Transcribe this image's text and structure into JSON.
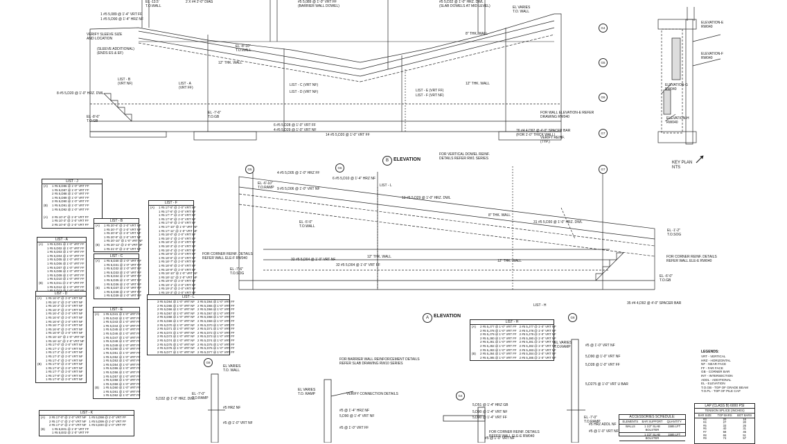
{
  "sheet": {
    "elevation_b_tag": "B",
    "elevation_b_label": "ELEVATION",
    "elevation_a_tag": "A",
    "elevation_a_label": "ELEVATION",
    "key_plan_label": "KEY PLAN\nNTS",
    "grid_tags": [
      "G4",
      "G5",
      "G6",
      "G7",
      "G5",
      "G6",
      "G7",
      "G8",
      "G4",
      "G8"
    ],
    "b_elev_notes": [
      "EL -13.5'\nT.O.WALL",
      "2 X #4 2'-0\" DIAG",
      "#5 5,089 @ 1'-0\" VRT FF\n(BARRIER WALL DOWEL)",
      "#5 5,D32 @ 1'-0\" HRZ. DWL\n(SLAB DOWELS AT MID LEVEL)",
      "EL VARIES\nT.O. WALL",
      "1 #5 5,089 @ 1'-4\" VRT FF",
      "1 #5 5,D90 @ 1'-4\" HRZ NF",
      "VERIFY SLEEVE SIZE\nAND LOCATION",
      "(SLEEVE ADDITIONAL)\n(ENDS ES & EF)",
      "EL -8'-10\"\nT.O.WALL",
      "LIST - B\n(VRT NF)",
      "LIST - A\n(VRT FF)",
      "LIST - C (VRT NF)",
      "LIST - D (VRT NF)",
      "LIST - E (VRT FF)",
      "LIST - F (VRT NF)",
      "8 #5 5,D20 @ 1'-0\" HRZ. DWL",
      "EL -8'-6\"\nT.O.GB",
      "EL -7'-6\"\nT.O.GB",
      "12\" THK. WALL",
      "8\" THK. WALL",
      "12\" THK. WALL",
      "FOR VERTICAL DOWEL REINF.\nDETAILS REFER RW1 SERIES",
      "FOR WALL ELEVATION-E REFER\nDRAWING RW040",
      "VERIFY REINF.\n(TYP.)",
      "76 #4 4,D92 @ 4'-0\" SPACER BAR\n(FOR 1'-0\" THICK WALL)",
      "6 #5 5,D28 @ 1'-0\" VRT FF",
      "4 #5 5,D29 @ 1'-0\" VRT NF",
      "14 #5 5,D20 @ 1'-0\" VRT FF"
    ],
    "key_plan_notes": [
      "ELEVATION-E\nRW040",
      "ELEVATION-F\nRW040",
      "ELEVATION-G\nRW040",
      "ELEVATION-H\nRW040"
    ],
    "a_elev_notes": [
      "EL -6'-10\"\nT.O.RAMP",
      "EL -5'-0\"\nT.O.WALL",
      "LIST - L",
      "13 #5 5,D29 @ 1'-0\" HRZ. DWL",
      "8\" THK. WALL",
      "31 #5 5,D30 @ 1'-0\" HRZ. DWL",
      "EL -1'-2\"\nT.O.SOG",
      "FOR CORNER REINF. DETAILS\nREFER WALL ELE-F RW040",
      "FOR CORNER REINF. DETAILS\nREFER WALL ELE-E RW040",
      "EL -7'-6\"\nT.O.SOG",
      "12\" THK. WALL",
      "12\" THK. WALL",
      "32 #5 5,D04 @ 1'-0\" VRT NF",
      "32 #5 5,D04 @ 1'-0\" VRT FF",
      "EL -6'-0\"\nT.O.GB",
      "LIST - H",
      "35 #4 4,D92 @ 4'-0\" SPACER BAR",
      "4 #5 5,D05 @ 1'-0\" HRZ FF",
      "9 #5 5,D06 @ 1'-0\" VRT NF",
      "6 #5 5,D10 @ 1'-4\" HRZ NF"
    ],
    "lists": {
      "J": {
        "title": "LIST - J",
        "rows": [
          [
            "(A)",
            "1 #5 5,D86 @ 1'-0\" VRT FF"
          ],
          [
            "",
            "1 #5 5,D87 @ 1'-0\" VRT FF"
          ],
          [
            "",
            "2 #5 5,D88 @ 1'-0\" VRT FF"
          ],
          [
            "",
            "1 #5 5,D89 @ 1'-0\" VRT FF"
          ],
          [
            "",
            "2 #5 5,D90 @ 1'-0\" VRT FF"
          ],
          [
            "(B)",
            "1 #5 5,D91 @ 1'-0\" VRT FF"
          ],
          [
            "",
            "1 #5 5,D92 @ 1'-0\" VRT FF"
          ]
        ],
        "rows_b": [
          [
            "(A)",
            "2 #5 10'-2\" @ 1'-0\" VRT FF"
          ],
          [
            "",
            "1 #5 10'-3\" @ 1'-0\" VRT FF"
          ],
          [
            "",
            "2 #5 10'-6\" @ 1'-0\" VRT FF"
          ]
        ]
      },
      "A": {
        "title": "LIST - A",
        "rows": [
          [
            "(A)",
            "1 #5 5,D01 @ 1'-0\" VRT FF"
          ],
          [
            "",
            "1 #5 5,D02 @ 1'-0\" VRT FF"
          ],
          [
            "",
            "1 #5 5,D03 @ 1'-0\" VRT FF"
          ],
          [
            "",
            "1 #5 5,D04 @ 1'-0\" VRT FF"
          ],
          [
            "",
            "1 #5 5,D05 @ 1'-0\" VRT FF"
          ],
          [
            "",
            "1 #5 5,D06 @ 1'-0\" VRT FF"
          ],
          [
            "",
            "1 #5 5,D07 @ 1'-0\" VRT FF"
          ],
          [
            "",
            "1 #5 5,D08 @ 1'-0\" VRT FF"
          ],
          [
            "",
            "1 #5 5,D09 @ 1'-0\" VRT FF"
          ],
          [
            "",
            "1 #5 5,D10 @ 1'-0\" VRT FF"
          ],
          [
            "(B)",
            "1 #5 5,D11 @ 1'-0\" VRT FF"
          ],
          [
            "",
            "1 #5 5,D12 @ 1'-0\" VRT FF"
          ],
          [
            "",
            "1 #5 5,D13 @ 1'-0\" VRT FF"
          ]
        ]
      },
      "B": {
        "title": "LIST - B",
        "rows": [
          [
            "(A)",
            "1 #5 20'-6\" @ 1'-0\" VRT NF"
          ],
          [
            "",
            "1 #5 20'-7\" @ 1'-0\" VRT NF"
          ],
          [
            "",
            "1 #5 20'-8\" @ 1'-0\" VRT NF"
          ],
          [
            "",
            "1 #5 20'-9\" @ 1'-0\" VRT NF"
          ],
          [
            "",
            "1 #5 20'-10\" @ 1'-0\" VRT NF"
          ],
          [
            "(B)",
            "1 #5 20'-11\" @ 1'-0\" VRT NF"
          ],
          [
            "",
            "1 #5 21'-0\" @ 1'-0\" VRT NF"
          ]
        ]
      },
      "C": {
        "title": "LIST - C",
        "rows": [
          [
            "(A)",
            "1 #5 5,D30 @ 1'-0\" VRT NF"
          ],
          [
            "",
            "1 #5 5,D31 @ 1'-0\" VRT NF"
          ],
          [
            "",
            "1 #5 5,D32 @ 1'-0\" VRT NF"
          ],
          [
            "",
            "1 #5 5,D33 @ 1'-0\" VRT NF"
          ],
          [
            "",
            "1 #5 5,D34 @ 1'-0\" VRT NF"
          ],
          [
            "",
            "1 #5 5,D35 @ 1'-0\" VRT NF"
          ],
          [
            "",
            "1 #5 5,D36 @ 1'-0\" VRT NF"
          ],
          [
            "(B)",
            "1 #5 5,D37 @ 1'-0\" VRT NF"
          ],
          [
            "",
            "1 #5 5,D38 @ 1'-0\" VRT NF"
          ],
          [
            "",
            "1 #5 5,D39 @ 1'-0\" VRT NF"
          ]
        ]
      },
      "D": {
        "title": "LIST - D",
        "rows": [
          [
            "(A)",
            "1 #5 16'-0\" @ 1'-0\" VRT NF"
          ],
          [
            "",
            "1 #5 16'-1\" @ 1'-0\" VRT NF"
          ],
          [
            "",
            "1 #5 16'-2\" @ 1'-0\" VRT NF"
          ],
          [
            "",
            "1 #5 16'-3\" @ 1'-0\" VRT NF"
          ],
          [
            "",
            "1 #5 16'-4\" @ 1'-0\" VRT NF"
          ],
          [
            "",
            "1 #5 16'-5\" @ 1'-0\" VRT NF"
          ],
          [
            "",
            "1 #5 16'-6\" @ 1'-0\" VRT NF"
          ],
          [
            "",
            "1 #5 16'-7\" @ 1'-0\" VRT NF"
          ],
          [
            "",
            "1 #5 16'-8\" @ 1'-0\" VRT NF"
          ],
          [
            "",
            "1 #5 16'-9\" @ 1'-0\" VRT NF"
          ],
          [
            "",
            "1 #5 16'-10\" @ 1'-0\" VRT NF"
          ],
          [
            "",
            "1 #5 16'-11\" @ 1'-0\" VRT NF"
          ],
          [
            "",
            "1 #5 17'-0\" @ 1'-0\" VRT NF"
          ],
          [
            "",
            "1 #5 17'-1\" @ 1'-0\" VRT NF"
          ],
          [
            "",
            "1 #5 17'-2\" @ 1'-0\" VRT NF"
          ],
          [
            "",
            "1 #5 17'-3\" @ 1'-0\" VRT NF"
          ],
          [
            "",
            "1 #5 17'-4\" @ 1'-0\" VRT NF"
          ],
          [
            "(B)",
            "1 #5 17'-5\" @ 1'-0\" VRT NF"
          ],
          [
            "",
            "1 #5 17'-6\" @ 1'-0\" VRT NF"
          ],
          [
            "",
            "1 #5 17'-7\" @ 1'-0\" VRT NF"
          ],
          [
            "",
            "1 #5 17'-8\" @ 1'-0\" VRT NF"
          ],
          [
            "",
            "1 #5 17'-9\" @ 1'-0\" VRT NF"
          ]
        ]
      },
      "E": {
        "title": "LIST - E",
        "rows": [
          [
            "(A)",
            "1 #5 5,D41 @ 1'-0\" VRT FF"
          ],
          [
            "",
            "1 #5 5,D42 @ 1'-0\" VRT FF"
          ],
          [
            "",
            "1 #5 5,D43 @ 1'-0\" VRT FF"
          ],
          [
            "",
            "1 #5 5,D44 @ 1'-0\" VRT FF"
          ],
          [
            "",
            "1 #5 5,D45 @ 1'-0\" VRT FF"
          ],
          [
            "",
            "1 #5 5,D46 @ 1'-0\" VRT FF"
          ],
          [
            "",
            "1 #5 5,D47 @ 1'-0\" VRT FF"
          ],
          [
            "",
            "1 #5 5,D48 @ 1'-0\" VRT FF"
          ],
          [
            "",
            "1 #5 5,D49 @ 1'-0\" VRT FF"
          ],
          [
            "",
            "1 #5 5,D50 @ 1'-0\" VRT FF"
          ],
          [
            "",
            "1 #5 5,D51 @ 1'-0\" VRT FF"
          ],
          [
            "",
            "1 #5 5,D52 @ 1'-0\" VRT FF"
          ],
          [
            "",
            "1 #5 5,D53 @ 1'-0\" VRT FF"
          ],
          [
            "",
            "1 #5 5,D54 @ 1'-0\" VRT FF"
          ],
          [
            "",
            "1 #5 5,D55 @ 1'-0\" VRT FF"
          ],
          [
            "",
            "1 #5 5,D56 @ 1'-0\" VRT FF"
          ],
          [
            "",
            "1 #5 5,D57 @ 1'-0\" VRT FF"
          ],
          [
            "",
            "1 #5 5,D58 @ 1'-0\" VRT FF"
          ],
          [
            "",
            "1 #5 5,D59 @ 1'-0\" VRT FF"
          ],
          [
            "(B)",
            "1 #5 5,D60 @ 1'-0\" VRT FF"
          ],
          [
            "",
            "1 #5 5,D61 @ 1'-0\" VRT FF"
          ],
          [
            "",
            "1 #5 5,D62 @ 1'-0\" VRT FF"
          ]
        ]
      },
      "F": {
        "title": "LIST - F",
        "rows": [
          [
            "(A)",
            "1 #5 17'-5\" @ 1'-0\" VRT NF"
          ],
          [
            "",
            "1 #5 17'-6\" @ 1'-0\" VRT NF"
          ],
          [
            "",
            "1 #5 17'-7\" @ 1'-0\" VRT NF"
          ],
          [
            "",
            "1 #5 17'-8\" @ 1'-0\" VRT NF"
          ],
          [
            "",
            "1 #5 17'-9\" @ 1'-0\" VRT NF"
          ],
          [
            "",
            "1 #5 17'-10\" @ 1'-0\" VRT NF"
          ],
          [
            "",
            "1 #5 17'-11\" @ 1'-0\" VRT NF"
          ],
          [
            "",
            "1 #5 18'-0\" @ 1'-0\" VRT NF"
          ],
          [
            "",
            "1 #5 18'-1\" @ 1'-0\" VRT NF"
          ],
          [
            "",
            "1 #5 18'-2\" @ 1'-0\" VRT NF"
          ],
          [
            "",
            "1 #5 18'-3\" @ 1'-0\" VRT NF"
          ],
          [
            "",
            "1 #5 18'-4\" @ 1'-0\" VRT NF"
          ],
          [
            "",
            "1 #5 18'-5\" @ 1'-0\" VRT NF"
          ],
          [
            "",
            "1 #5 18'-6\" @ 1'-0\" VRT NF"
          ],
          [
            "",
            "1 #5 18'-7\" @ 1'-0\" VRT NF"
          ],
          [
            "",
            "1 #5 18'-8\" @ 1'-0\" VRT NF"
          ],
          [
            "",
            "1 #5 18'-9\" @ 1'-0\" VRT NF"
          ],
          [
            "",
            "1 #5 18'-10\" @ 1'-0\" VRT NF"
          ],
          [
            "",
            "1 #5 18'-11\" @ 1'-0\" VRT NF"
          ],
          [
            "",
            "1 #5 19'-0\" @ 1'-0\" VRT NF"
          ],
          [
            "",
            "1 #5 19'-1\" @ 1'-0\" VRT NF"
          ],
          [
            "",
            "1 #5 19'-2\" @ 1'-0\" VRT NF"
          ],
          [
            "",
            "1 #5 19'-3\" @ 1'-0\" VRT NF"
          ],
          [
            "(B)",
            "1 #5 19'-4\" @ 1'-0\" VRT NF"
          ],
          [
            "",
            "1 #5 19'-5\" @ 1'-0\" VRT NF"
          ],
          [
            "",
            "1 #5 19'-6\" @ 1'-0\" VRT NF"
          ]
        ]
      },
      "L": {
        "title": "LIST - L",
        "rows": [
          [
            "",
            "3 #5 5,D64 @ 1'-0\" VRT NF",
            "3 #5 5,D64 @ 1'-0\" VRT FF"
          ],
          [
            "",
            "2 #5 5,D65 @ 1'-0\" VRT NF",
            "2 #5 5,D65 @ 1'-0\" VRT FF"
          ],
          [
            "",
            "2 #5 5,D66 @ 1'-0\" VRT NF",
            "2 #5 5,D66 @ 1'-0\" VRT FF"
          ],
          [
            "",
            "2 #5 5,D67 @ 1'-0\" VRT NF",
            "2 #5 5,D67 @ 1'-0\" VRT FF"
          ],
          [
            "",
            "2 #5 5,D68 @ 1'-0\" VRT NF",
            "2 #5 5,D68 @ 1'-0\" VRT FF"
          ],
          [
            "",
            "2 #5 5,D69 @ 1'-0\" VRT NF",
            "2 #5 5,D69 @ 1'-0\" VRT FF"
          ],
          [
            "",
            "2 #5 5,D70 @ 1'-0\" VRT NF",
            "2 #5 5,D70 @ 1'-0\" VRT FF"
          ],
          [
            "",
            "2 #5 5,D71 @ 1'-0\" VRT NF",
            "2 #5 5,D71 @ 1'-0\" VRT FF"
          ],
          [
            "",
            "2 #5 5,D72 @ 1'-0\" VRT NF",
            "2 #5 5,D72 @ 1'-0\" VRT FF"
          ],
          [
            "",
            "2 #5 5,D73 @ 1'-0\" VRT NF",
            "2 #5 5,D73 @ 1'-0\" VRT FF"
          ],
          [
            "",
            "2 #5 5,D74 @ 1'-0\" VRT NF",
            "2 #5 5,D74 @ 1'-0\" VRT FF"
          ],
          [
            "",
            "2 #5 5,D75 @ 1'-0\" VRT NF",
            "2 #5 5,D75 @ 1'-0\" VRT FF"
          ],
          [
            "",
            "2 #5 5,D76 @ 1'-0\" VRT NF",
            "2 #5 5,D76 @ 1'-0\" VRT FF"
          ],
          [
            "",
            "2 #5 5,D77 @ 1'-0\" VRT NF",
            "2 #5 5,D77 @ 1'-0\" VRT FF"
          ]
        ]
      },
      "H": {
        "title": "LIST - H",
        "rows": [
          [
            "(A)",
            "2 #5 5,J77 @ 1'-0\" VRT FF",
            "2 #5 5,J77 @ 1'-0\" VRT NF"
          ],
          [
            "",
            "2 #5 5,J78 @ 1'-0\" VRT FF",
            "2 #5 5,J78 @ 1'-0\" VRT NF"
          ],
          [
            "",
            "2 #5 5,J79 @ 1'-0\" VRT FF",
            "2 #5 5,J79 @ 1'-0\" VRT NF"
          ],
          [
            "",
            "2 #5 5,J80 @ 1'-0\" VRT FF",
            "2 #5 5,J80 @ 1'-0\" VRT NF"
          ],
          [
            "",
            "2 #5 5,J81 @ 1'-0\" VRT FF",
            "2 #5 5,J81 @ 1'-0\" VRT NF"
          ],
          [
            "",
            "2 #5 5,J82 @ 1'-0\" VRT FF",
            "2 #5 5,J82 @ 1'-0\" VRT NF"
          ],
          [
            "",
            "2 #5 5,J83 @ 1'-0\" VRT FF",
            "2 #5 5,J83 @ 1'-0\" VRT NF"
          ],
          [
            "(B)",
            "2 #5 5,J84 @ 1'-0\" VRT FF",
            "2 #5 5,J84 @ 1'-0\" VRT NF"
          ],
          [
            "",
            "2 #5 5,J85 @ 1'-0\" VRT FF",
            "2 #5 5,J85 @ 1'-0\" VRT NF"
          ]
        ]
      },
      "K": {
        "title": "LIST - K",
        "rows": [
          [
            "(A)",
            "2 #5 17'-0\" @ 1'-0\" VRT NF",
            "1 #5 5,D98 @ 1'-0\" VRT FF"
          ],
          [
            "",
            "2 #5 17'-1\" @ 1'-0\" VRT NF",
            "1 #5 5,D99 @ 1'-0\" VRT FF"
          ],
          [
            "",
            "2 #5 17'-2\" @ 1'-0\" VRT NF",
            "1 #5 5,E00 @ 1'-0\" VRT FF"
          ],
          [
            "(B)",
            "",
            "1 #5 5,E01 @ 1'-0\" VRT FF"
          ],
          [
            "",
            "",
            "1 #5 5,E02 @ 1'-0\" VRT FF"
          ]
        ]
      }
    },
    "details": [
      {
        "tag": "G8",
        "notes": [
          "EL VARIES\nT.O. WALL",
          "EL -7'-0\"\nT.O.RAMP",
          "5,D32 @ 1'-0\" HRZ. DWL",
          "#5 HRZ NF",
          "#5 @ 1'-0\" VRT NF"
        ]
      },
      {
        "tag": "",
        "notes": [
          "FOR BARRIER WALL REINFORCEMENT DETAILS\nREFER SLAB DRAWING RW10 SERIES",
          "VERIFY CONNECTION DETAILS",
          "EL VARIES\nT.O. RAMP",
          "#5 @ 1'-4\" HRZ NF",
          "5,D90 @ 1'-4\" VRT NF",
          "#5 @ 1'-0\" VRT FF"
        ]
      },
      {
        "tag": "G4",
        "notes": [
          "5,D51 @ 1'-4\" HRZ GB",
          "5,D90 @ 1'-4\" VRT NF",
          "5,D90 @ 1'-4\" VRT FF",
          "FOR CORNER REINF. DETAILS\nREFER WALL ELE-E RW040",
          "#5 @ 1'-0\" VRT NF"
        ]
      },
      {
        "tag": "G8",
        "notes": [
          "EL VARIES\nT.O.RAMP",
          "#5 @ 1'-0\" VRT NF",
          "5,D90 @ 1'-0\" VRT NF",
          "5,D28 @ 1'-0\" VRT FF",
          "5,D275 @ 1'-0\" VRT U BAR",
          "EL -7'-0\"\nT.O.RAMP",
          "#5 HRZ ADDL NF",
          "#5 @ 1'-0\" VRT NF"
        ]
      }
    ],
    "legends": {
      "title": "LEGENDS:",
      "items": [
        "VRT - VERTICAL",
        "HRZ - HORIZONTAL",
        "NF - NEAR FACE",
        "FF - FAR FACE",
        "GB - CORNER BAR",
        "INT - INTERSECTION",
        "ADDL - ADDITIONAL",
        "EL - ELEVATION",
        "T.O.GB - TOP OF GRADE BEAM",
        "T.O.PL - TOP OF PILE CAP"
      ]
    },
    "accessories": {
      "title": "ACCESSORIES SCHEDULE:",
      "headers": [
        "ELEMENTS",
        "BAR SUPPORT",
        "QUANTITY"
      ],
      "rows": [
        [
          "WALLS",
          "1 1/2\" SLAB BOLSTER",
          "1585 LFT"
        ],
        [
          "",
          "1 1/2\" SLAB BOLSTER",
          "1585 LFT"
        ]
      ]
    },
    "lap": {
      "title": "LAP (CLASS B) 6000 PSI",
      "subtitle": "TENSION SPLICE (INCHES)",
      "headers": [
        "BAR SIZE",
        "TOP BARS",
        "BOT BARS"
      ],
      "rows": [
        [
          "#3",
          "20",
          "16"
        ],
        [
          "#4",
          "27",
          "20"
        ],
        [
          "#5",
          "33",
          "26"
        ],
        [
          "#6",
          "40",
          "31"
        ],
        [
          "#7",
          "58",
          "45"
        ],
        [
          "#8",
          "66",
          "51"
        ],
        [
          "#9",
          "74",
          "57"
        ]
      ]
    }
  }
}
